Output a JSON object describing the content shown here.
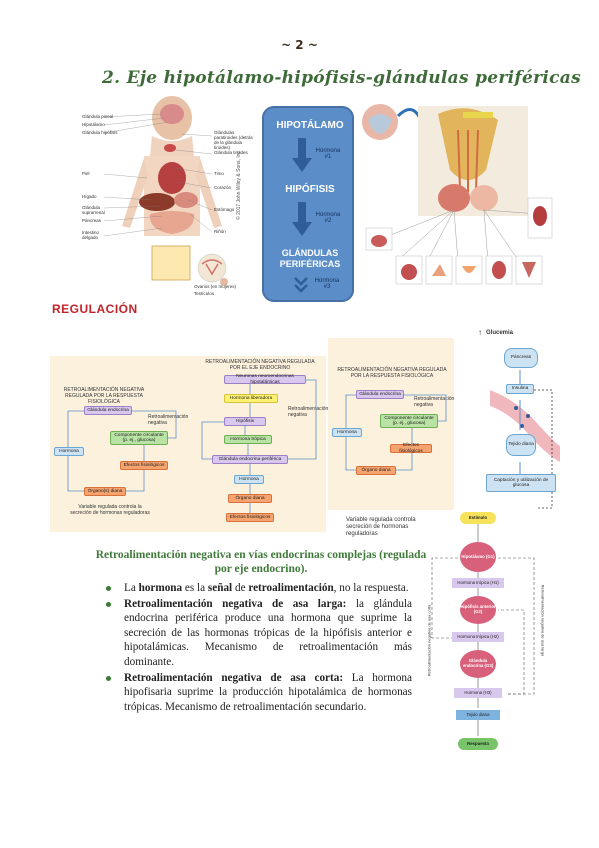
{
  "page_number": "~ 2 ~",
  "section_title": "2. Eje hipotálamo-hipófisis-glándulas periféricas",
  "anatomy": {
    "labels_left": [
      "Glándula pineal",
      "Hipotálamo",
      "Glándula hipófisis",
      "Piel",
      "Hígado",
      "Glándula suprarrenal",
      "Páncreas",
      "Intestino delgado"
    ],
    "labels_right": [
      "Glándulas paratiroides (detrás de la glándula tiroides)",
      "Glándula tiroides",
      "Timo",
      "Corazón",
      "Estómago",
      "Riñón",
      "Ovarios (en mujeres)",
      "Testículos"
    ],
    "copyright": "© 2017 John Wiley & Sons, Inc"
  },
  "axis_chart": {
    "levels": [
      "HIPOTÁLAMO",
      "HIPÓFISIS",
      "GLÁNDULAS PERIFÉRICAS"
    ],
    "hormones": [
      "Hormona #1",
      "Hormona #2",
      "Hormona #3"
    ]
  },
  "regulation_heading": "REGULACIÓN",
  "panel_left": {
    "title": "RETROALIMENTACIÓN NEGATIVA REGULADA POR LA RESPUESTA FISIOLÓGICA",
    "boxes": [
      "Glándula endocrina",
      "Componente circulante (p. ej., glucosa)",
      "Efectos fisiológicos",
      "Órgano(s) diana",
      "Hormona"
    ],
    "side_label": "Retroalimentación negativa",
    "caption": "Variable regulada controla la secreción de hormonas reguladoras"
  },
  "panel_middle": {
    "title": "RETROALIMENTACIÓN NEGATIVA REGULADA POR EL EJE ENDOCRINO",
    "boxes": [
      "Neuronas neuroendocrinas hipotalámicas",
      "Hormona liberadora",
      "Hipófisis",
      "Hormona trópica",
      "Glándula endocrina periférica",
      "Hormona",
      "Órgano diana",
      "Efectos fisiológicos"
    ],
    "side_label": "Retroalimentación negativa"
  },
  "panel_right": {
    "title": "RETROALIMENTACIÓN NEGATIVA REGULADA POR LA RESPUESTA FISIOLÓGICA",
    "boxes": [
      "Glándula endocrina",
      "Componente circulante (p. ej., glucosa)",
      "Efectos fisiológicos",
      "Órgano diana",
      "Hormona"
    ],
    "side_label": "Retroalimentación negativa",
    "caption": "Variable regulada controla secreción de hormonas reguladoras"
  },
  "glucemia": {
    "label": "Glucemia",
    "boxes": [
      "Páncreas",
      "Insulina",
      "Tejido diana",
      "Captación y utilización de glucosa"
    ]
  },
  "feedback_loop": {
    "nodes": [
      "Estímulo",
      "Hipotálamo (G1)",
      "Hormona trópica (H1)",
      "Hipófisis anterior (G2)",
      "Hormona trópica (H2)",
      "Glándula endocrina (G3)",
      "Hormona (H3)",
      "Tejido diana",
      "Respuesta"
    ],
    "side_left": "Retroalimentación negativa de asa corta",
    "side_right": "Retroalimentación negativa de asa larga"
  },
  "subheading": "Retroalimentación negativa en vías endocrinas complejas (regulada por eje endocrino).",
  "bullets": [
    {
      "bold": "",
      "pre": "La ",
      "b1": "hormona",
      "mid1": " es la ",
      "b2": "señal",
      "mid2": " de ",
      "b3": "retroalimentación",
      "rest": ", no la respuesta."
    },
    {
      "lead": "Retroalimentación negativa de asa larga:",
      "text": " la glándula endocrina periférica produce una hormona que suprime la secreción de las hormonas trópicas de la hipófisis anterior e hipotalámicas. Mecanismo de retroalimentación más dominante."
    },
    {
      "lead": "Retroalimentación negativa de asa corta:",
      "text": " La hormona hipofisaria suprime la producción hipotalámica de hormonas trópicas. Mecanismo de retroalimentación secundario."
    }
  ],
  "colors": {
    "title_green": "#3f6b3a",
    "regulacion_red": "#c0242a",
    "axis_blue": "#5b8ec9",
    "bullet_green": "#3a7a36"
  }
}
